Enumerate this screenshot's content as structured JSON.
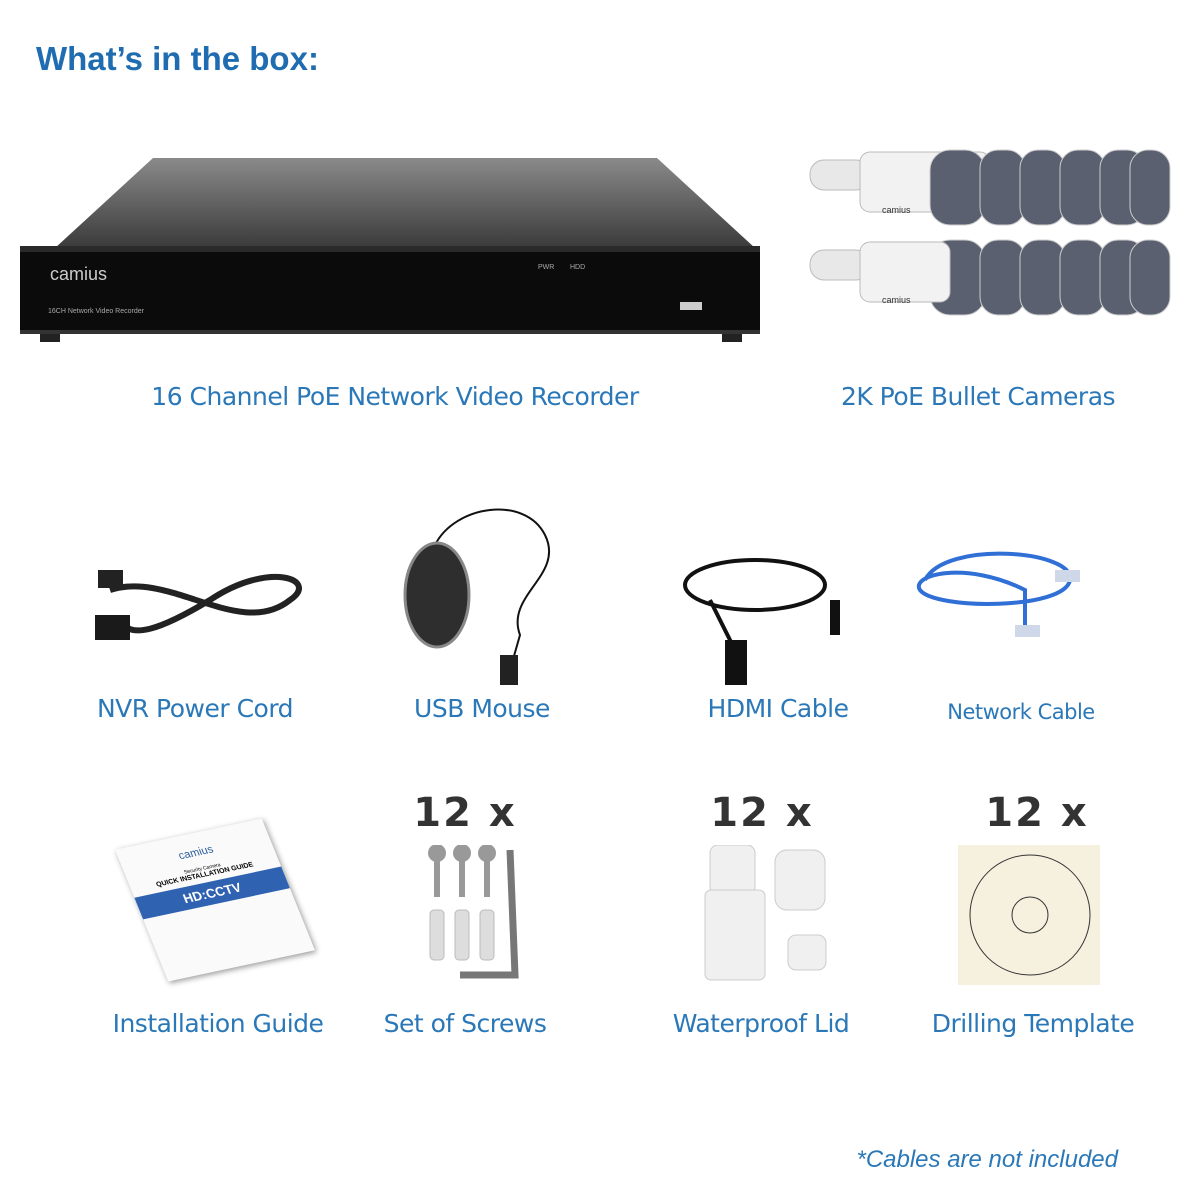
{
  "title": "What’s in the box:",
  "nvr": {
    "brand": "camius",
    "model": "16CH Network Video Recorder",
    "led_pwr": "PWR",
    "led_hdd": "HDD",
    "label": "16 Channel PoE Network Video Recorder"
  },
  "cameras": {
    "brand": "camius",
    "label": "2K PoE Bullet Cameras"
  },
  "accessories": [
    {
      "label": "NVR Power Cord"
    },
    {
      "label": "USB Mouse"
    },
    {
      "label": "HDMI Cable"
    },
    {
      "label": "Network Cable"
    }
  ],
  "extras": [
    {
      "qty": "",
      "label": "Installation Guide"
    },
    {
      "qty": "12 x",
      "label": "Set of Screws"
    },
    {
      "qty": "12 x",
      "label": "Waterproof Lid"
    },
    {
      "qty": "12 x",
      "label": "Drilling Template"
    }
  ],
  "guide": {
    "brand": "camius",
    "subtitle": "Security Camera",
    "heading": "QUICK INSTALLATION GUIDE",
    "banner": "HD:CCTV"
  },
  "footnote": "*Cables are not included",
  "colors": {
    "accent": "#1f6db0",
    "label": "#2b78b8"
  }
}
